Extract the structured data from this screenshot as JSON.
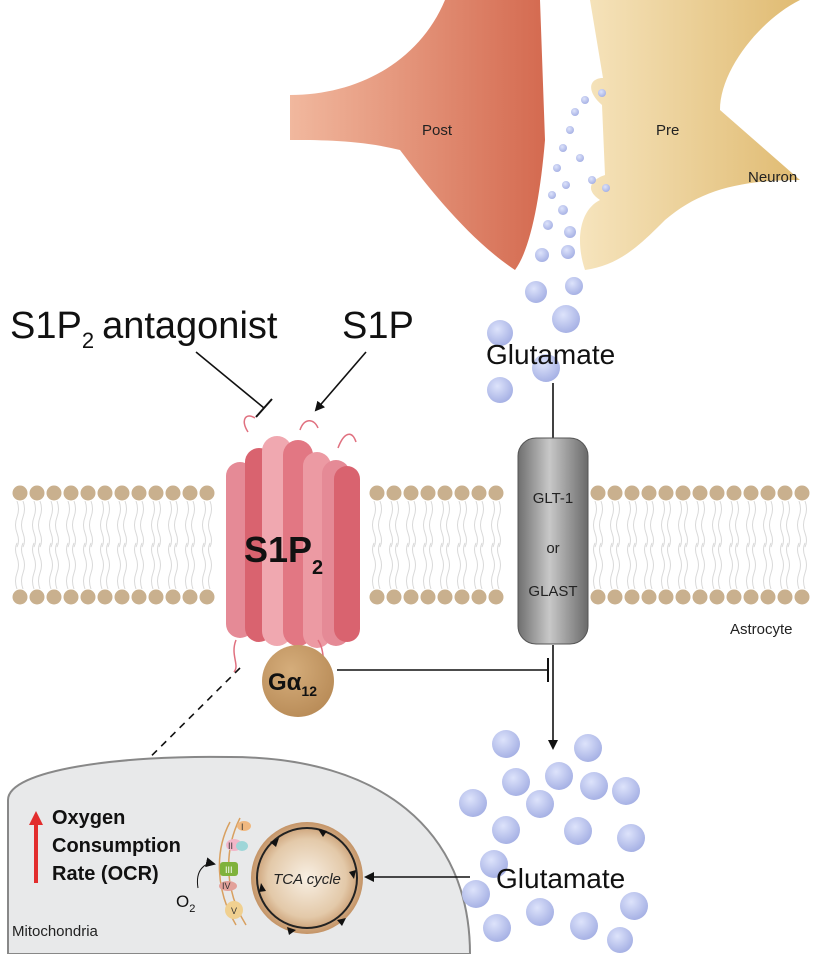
{
  "labels": {
    "post": "Post",
    "pre": "Pre",
    "neuron": "Neuron",
    "antagonist": "S1P",
    "antagonist_sub": "2",
    "antagonist_tail": "antagonist",
    "s1p": "S1P",
    "glutamate_top": "Glutamate",
    "receptor": "S1P",
    "receptor_sub": "2",
    "transporter_line1": "GLT-1",
    "transporter_line2": "or",
    "transporter_line3": "GLAST",
    "astrocyte": "Astrocyte",
    "g_protein": "Gα",
    "g_protein_sub": "12",
    "ocr_line1": "Oxygen",
    "ocr_line2": "Consumption",
    "ocr_line3": "Rate (OCR)",
    "tca": "TCA cycle",
    "o2": "O",
    "o2_sub": "2",
    "mitochondria": "Mitochondria",
    "glutamate_bottom": "Glutamate",
    "complex_1": "I",
    "complex_2": "II",
    "complex_3": "III",
    "complex_4": "IV",
    "complex_5": "V"
  },
  "colors": {
    "post_terminal": "#d9745a",
    "pre_terminal": "#e8c98a",
    "receptor": "#e0707f",
    "g_protein": "#c49a66",
    "membrane_head": "#c9b08e",
    "transporter": "#8a8a8a",
    "vesicle": "#aab4e6",
    "mito_fill": "#e8e9ea",
    "up_arrow": "#e22d2d"
  }
}
